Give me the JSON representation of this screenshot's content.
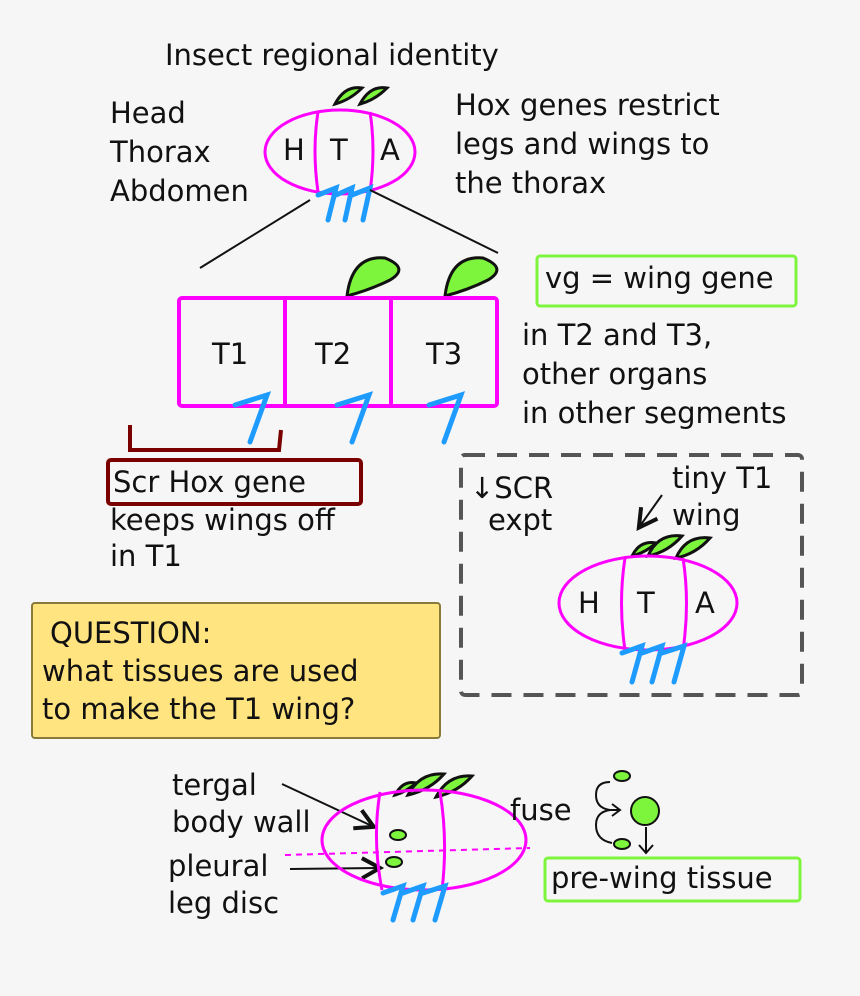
{
  "title": "Insect regional identity",
  "regions": {
    "head": "Head",
    "thorax": "Thorax",
    "abdomen": "Abdomen"
  },
  "bug_labels": {
    "h": "H",
    "t": "T",
    "a": "A"
  },
  "hox_note": [
    "Hox genes restrict",
    "legs and wings to",
    "the thorax"
  ],
  "segments": [
    "T1",
    "T2",
    "T3"
  ],
  "vg_box": "vg = wing gene",
  "vg_note": [
    "in T2 and T3,",
    "other organs",
    "in other segments"
  ],
  "scr_box": "Scr Hox gene",
  "scr_note": [
    "keeps wings off",
    "in T1"
  ],
  "experiment": {
    "label": [
      "↓SCR",
      "expt"
    ],
    "tiny_wing": [
      "tiny T1",
      "wing"
    ]
  },
  "question": {
    "heading": "QUESTION:",
    "lines": [
      "what tissues are used",
      "to make the T1 wing?"
    ]
  },
  "bottom": {
    "tergal": [
      "tergal",
      "body wall"
    ],
    "pleural": [
      "pleural",
      "leg disc"
    ],
    "fuse": "fuse",
    "result": "pre-wing tissue"
  },
  "colors": {
    "segment": "#ff00ff",
    "leg": "#1e9bff",
    "wing": "#7cf53c",
    "scr": "#7a0000",
    "question_bg": "#ffe480",
    "box_green": "#7cf53c"
  }
}
